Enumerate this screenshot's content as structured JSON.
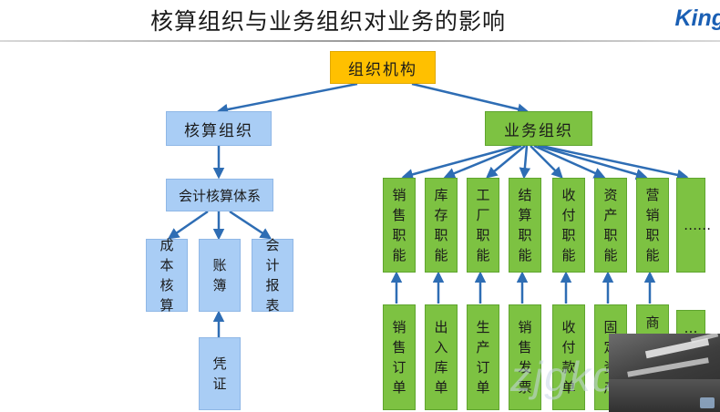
{
  "title": "核算组织与业务组织对业务的影响",
  "logo": "King",
  "watermark": "zjgkd.cn",
  "nodes": {
    "root": "组织机构",
    "accounting_org": "核算组织",
    "business_org": "业务组织",
    "accounting_system": "会计核算体系",
    "accounting_children": [
      "成本核算",
      "账簿",
      "会计报表"
    ],
    "voucher": "凭证",
    "functions": [
      "销售职能",
      "库存职能",
      "工厂职能",
      "结算职能",
      "收付职能",
      "资产职能",
      "营销职能",
      "……"
    ],
    "documents": [
      "销售订单",
      "出入库单",
      "生产订单",
      "销售发票",
      "收付款单",
      "固定资产",
      "商",
      "…"
    ]
  },
  "colors": {
    "root": "#ffc000",
    "accounting": "#a9cdf5",
    "business": "#7dc242",
    "arrow": "#2e6db4"
  }
}
